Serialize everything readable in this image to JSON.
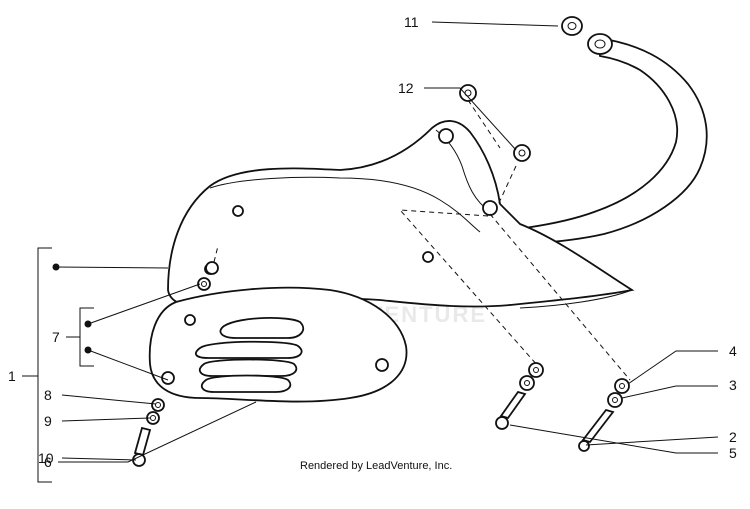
{
  "callouts": {
    "c1": "1",
    "c2": "2",
    "c3": "3",
    "c4": "4",
    "c5": "5",
    "c6": "6",
    "c7": "7",
    "c8": "8",
    "c9": "9",
    "c10": "10",
    "c11": "11",
    "c12": "12"
  },
  "watermark": {
    "brand_text": "LEADVENTURE"
  },
  "footer": {
    "credit": "Rendered by LeadVenture, Inc."
  }
}
